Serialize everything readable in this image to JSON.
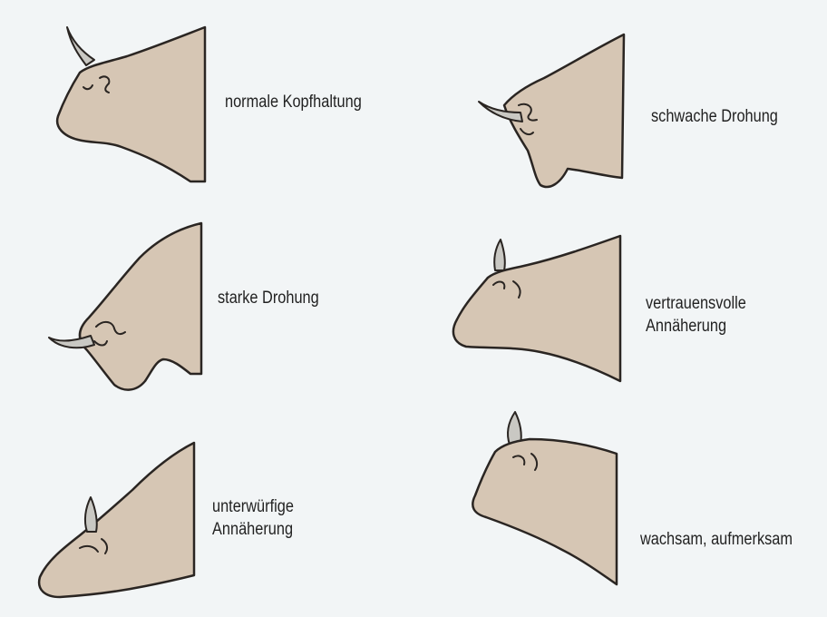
{
  "diagram": {
    "items": [
      {
        "id": "normal",
        "lines": [
          "normale Kopfhaltung"
        ]
      },
      {
        "id": "weak-threat",
        "lines": [
          "schwache Drohung"
        ]
      },
      {
        "id": "strong-threat",
        "lines": [
          "starke Drohung"
        ]
      },
      {
        "id": "trusting",
        "lines": [
          "vertrauensvolle",
          "Annäherung"
        ]
      },
      {
        "id": "submissive",
        "lines": [
          "unterwürfige",
          "Annäherung"
        ]
      },
      {
        "id": "alert",
        "lines": [
          "wachsam, aufmerksam"
        ]
      }
    ]
  },
  "colors": {
    "background": "#f2f5f6",
    "head_fill": "#d6c6b4",
    "outline": "#2a2522",
    "horn_fill": "#c9c8c3",
    "text": "#222222"
  }
}
